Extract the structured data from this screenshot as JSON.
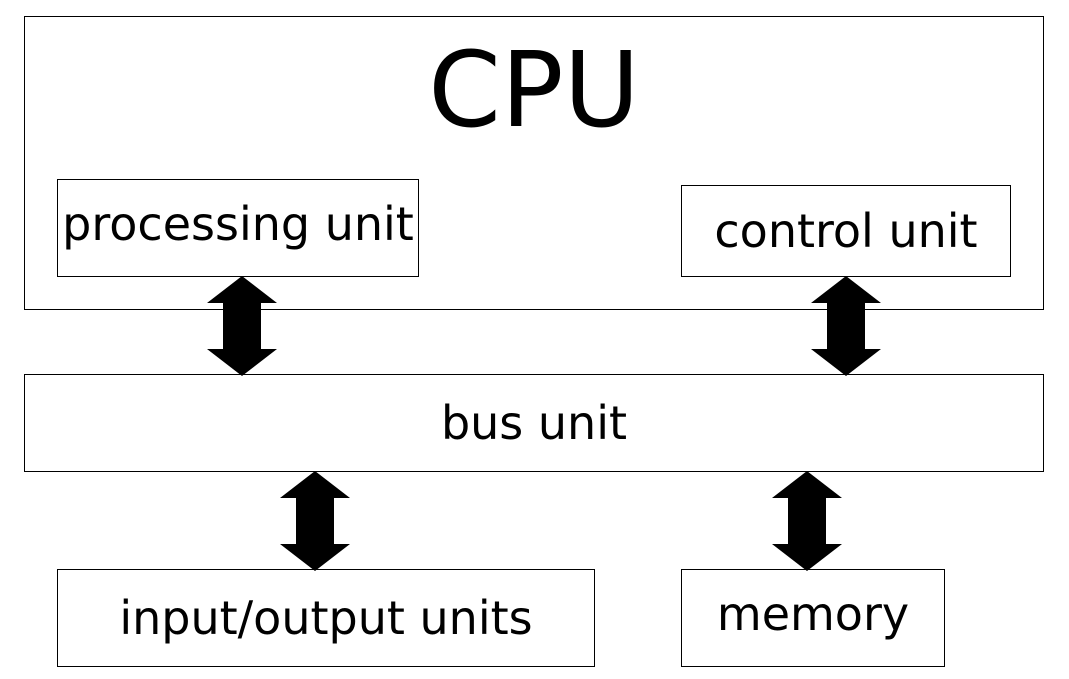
{
  "diagram": {
    "cpu": {
      "title": "CPU"
    },
    "processing_unit": {
      "label": "processing unit"
    },
    "control_unit": {
      "label": "control unit"
    },
    "bus_unit": {
      "label": "bus unit"
    },
    "io_units": {
      "label": "input/output units"
    },
    "memory": {
      "label": "memory"
    },
    "connections": [
      {
        "from": "processing unit",
        "to": "bus unit",
        "direction": "bidirectional"
      },
      {
        "from": "control unit",
        "to": "bus unit",
        "direction": "bidirectional"
      },
      {
        "from": "bus unit",
        "to": "input/output units",
        "direction": "bidirectional"
      },
      {
        "from": "bus unit",
        "to": "memory",
        "direction": "bidirectional"
      }
    ],
    "colors": {
      "stroke": "#000000",
      "fill": "#ffffff",
      "arrow": "#000000"
    }
  }
}
